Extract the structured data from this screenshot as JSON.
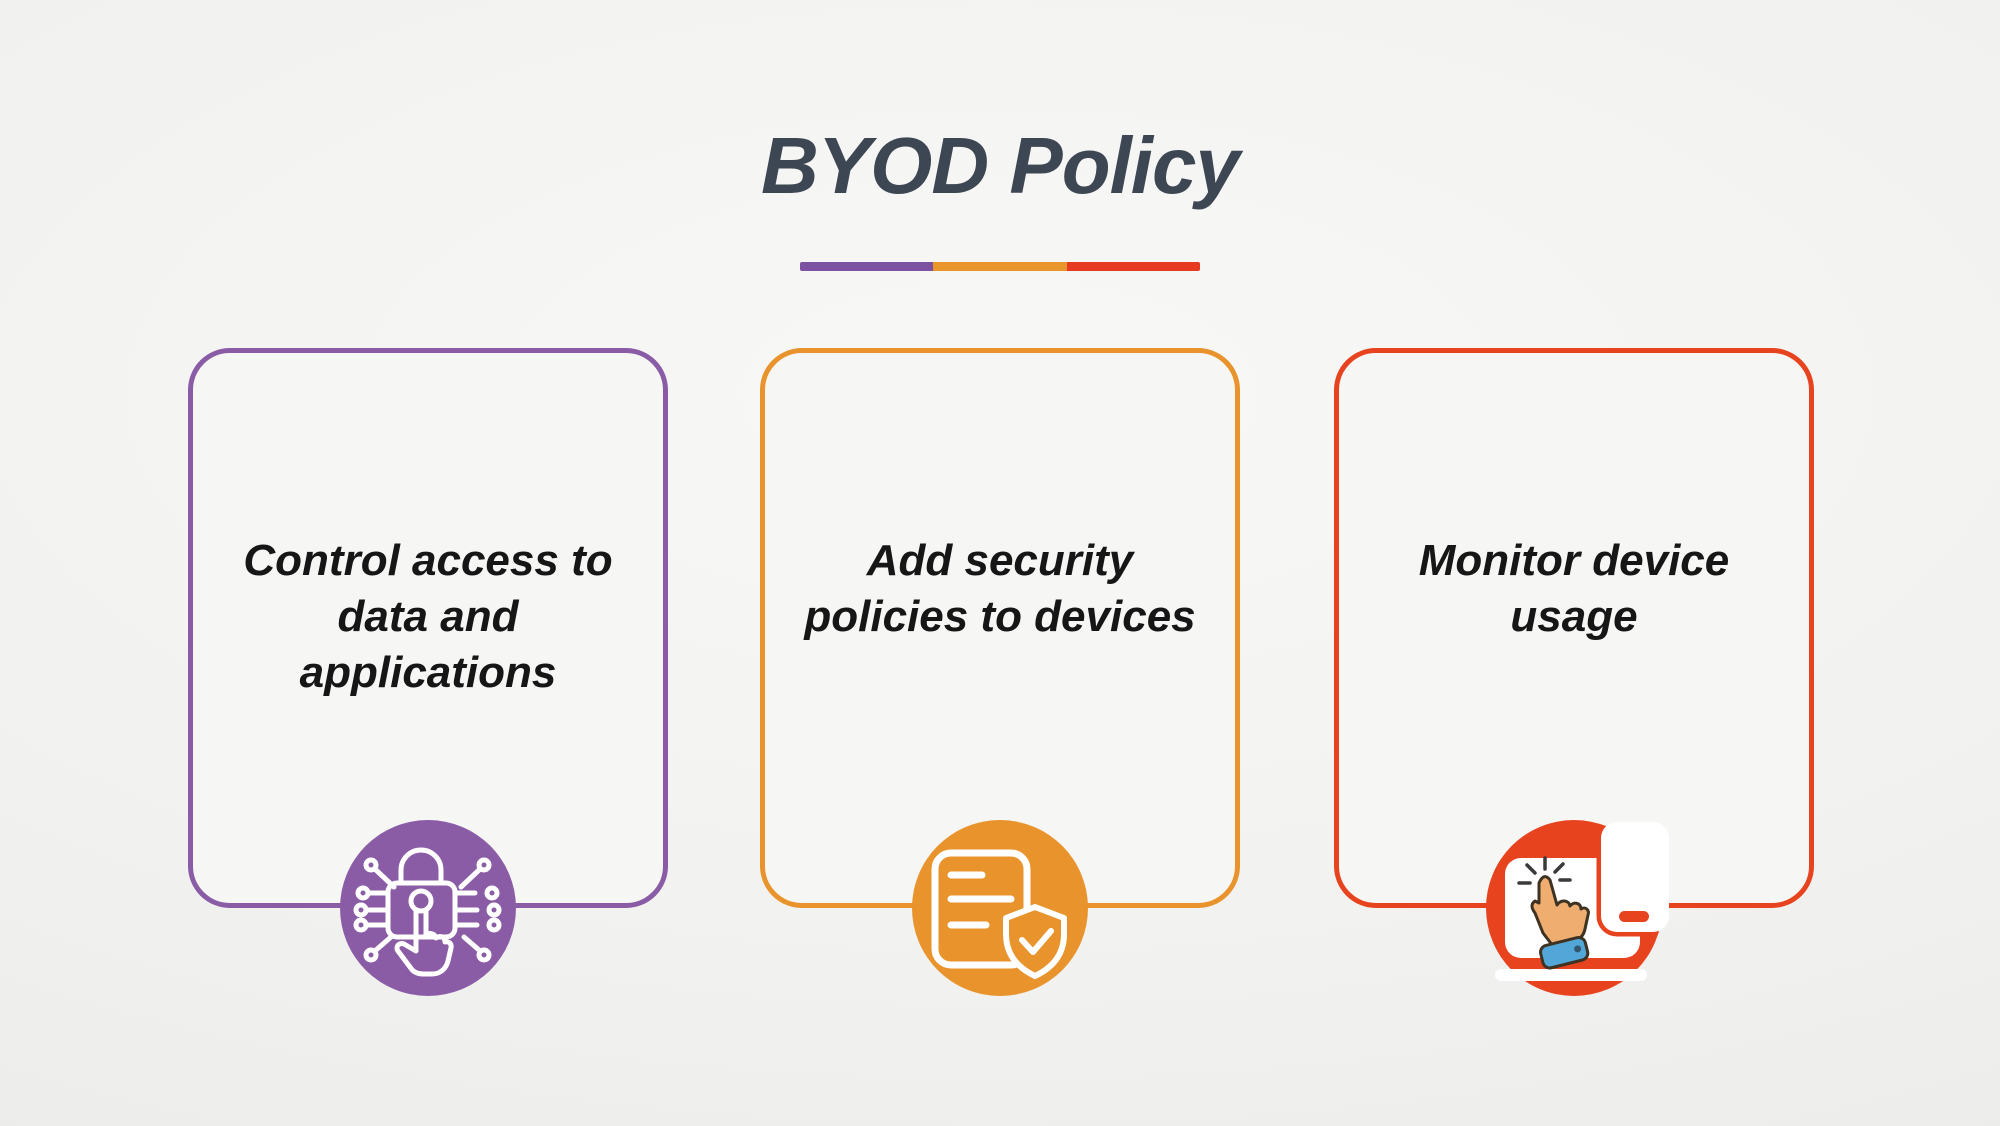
{
  "title": "BYOD Policy",
  "theme": {
    "background": "#f1f1ef",
    "title_color": "#3d4653",
    "text_color": "#161616",
    "card_background": "#f6f6f4",
    "icon_stroke": "#ffffff"
  },
  "divider": {
    "segment_colors": [
      "#7c51a1",
      "#e8952b",
      "#e63a21"
    ]
  },
  "cards": [
    {
      "label": "Control access to data and applications",
      "lines": [
        "Control access to",
        "data and",
        "applications"
      ],
      "accent": "#8b5ca6",
      "icon": "circuit-lock-touch-icon"
    },
    {
      "label": "Add security policies to devices",
      "lines": [
        "Add security",
        "policies to devices"
      ],
      "accent": "#e8932b",
      "icon": "document-shield-check-icon"
    },
    {
      "label": "Monitor device usage",
      "lines": [
        "Monitor device",
        "usage"
      ],
      "accent": "#e8431f",
      "icon": "device-click-monitor-icon",
      "hand_skin": "#efae70",
      "hand_outline": "#3e3222",
      "sleeve_blue": "#53a7d8",
      "click_rays": "#3a3a3a"
    }
  ]
}
